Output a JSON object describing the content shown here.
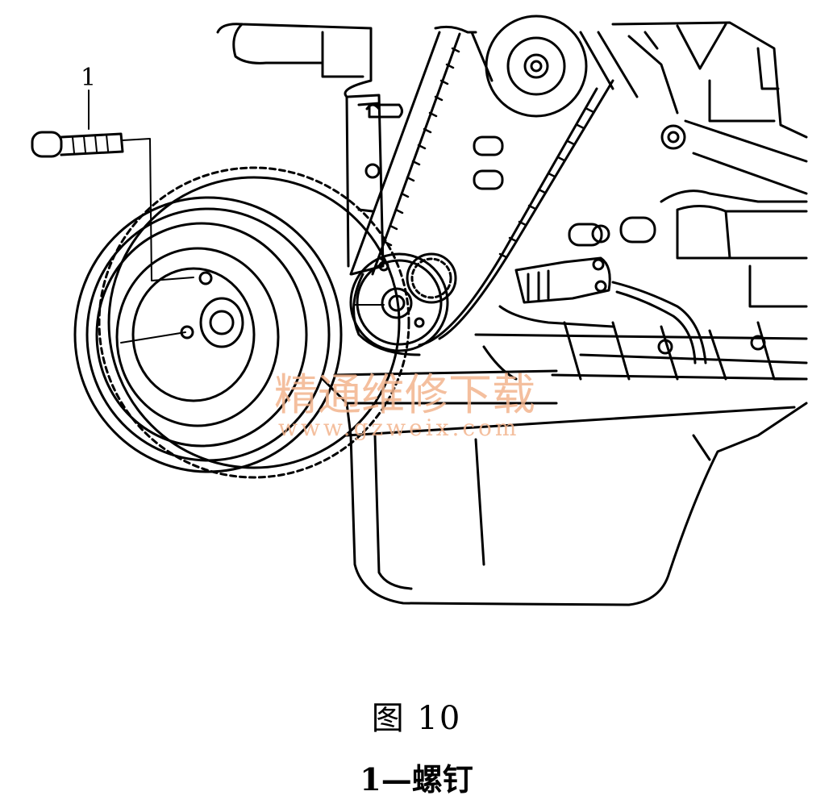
{
  "figure": {
    "callout_label": "1",
    "title": "图 10",
    "legend": "1—螺钉"
  },
  "watermark": {
    "name": "精通维修下载",
    "url": "www.gzweix.com",
    "color": "#f3b48e"
  },
  "colors": {
    "ink": "#000000",
    "paper": "#ffffff"
  }
}
